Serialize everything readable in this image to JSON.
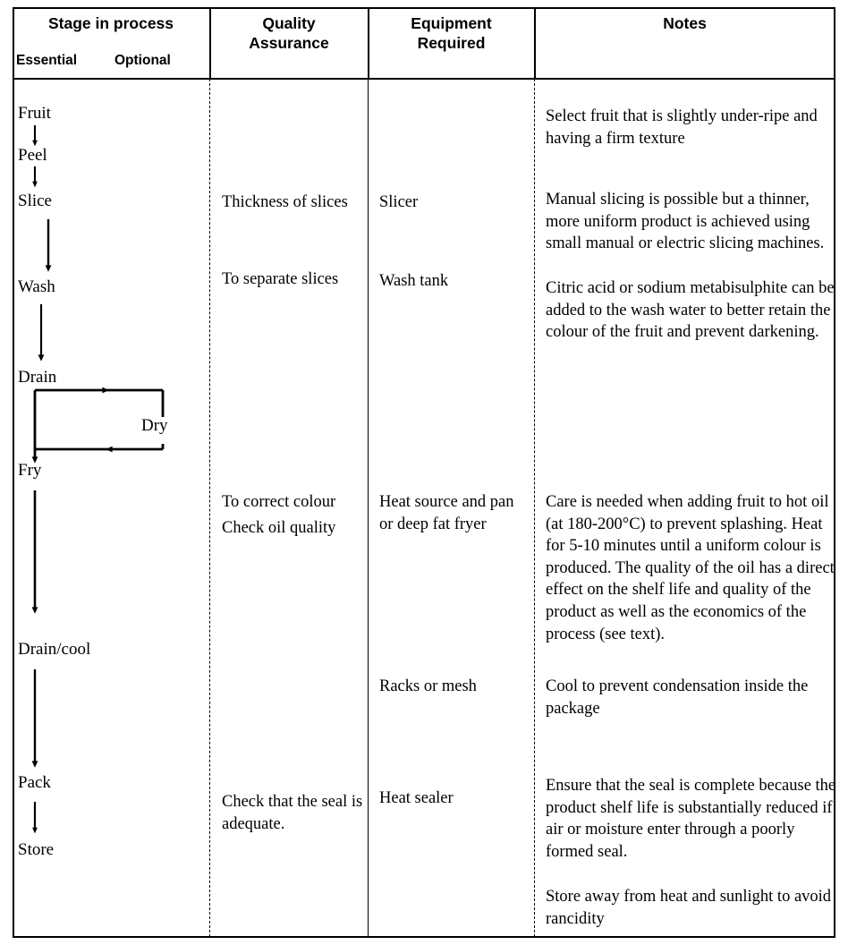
{
  "document": {
    "type": "process-flow-table",
    "title": "Fruit slice frying process chart"
  },
  "header": {
    "stage": "Stage in process",
    "essential": "Essential",
    "optional": "Optional",
    "quality_assurance": "Quality\nAssurance",
    "quality_assurance_line1": "Quality",
    "quality_assurance_line2": "Assurance",
    "equipment_required_line1": "Equipment",
    "equipment_required_line2": "Required",
    "notes": "Notes"
  },
  "flowchart": {
    "essential_steps": [
      {
        "id": "fruit",
        "label": "Fruit"
      },
      {
        "id": "peel",
        "label": "Peel"
      },
      {
        "id": "slice",
        "label": "Slice"
      },
      {
        "id": "wash",
        "label": "Wash"
      },
      {
        "id": "drain",
        "label": "Drain"
      },
      {
        "id": "fry",
        "label": "Fry"
      },
      {
        "id": "drain-cool",
        "label": "Drain/cool"
      },
      {
        "id": "pack",
        "label": "Pack"
      },
      {
        "id": "store",
        "label": "Store"
      }
    ],
    "optional_steps": [
      {
        "id": "dry",
        "label": "Dry"
      }
    ],
    "connections": [
      {
        "from": "fruit",
        "to": "peel",
        "type": "arrow-down"
      },
      {
        "from": "peel",
        "to": "slice",
        "type": "arrow-down"
      },
      {
        "from": "slice",
        "to": "wash",
        "type": "arrow-down"
      },
      {
        "from": "wash",
        "to": "drain",
        "type": "arrow-down"
      },
      {
        "from": "drain",
        "to": "dry",
        "type": "branch-right"
      },
      {
        "from": "dry",
        "to": "fry",
        "type": "branch-return-left"
      },
      {
        "from": "drain",
        "to": "fry",
        "type": "arrow-down"
      },
      {
        "from": "fry",
        "to": "drain-cool",
        "type": "arrow-down"
      },
      {
        "from": "drain-cool",
        "to": "pack",
        "type": "arrow-down"
      },
      {
        "from": "pack",
        "to": "store",
        "type": "arrow-down"
      }
    ]
  },
  "quality_assurance": [
    {
      "id": "qa-thickness",
      "text": "Thickness of slices"
    },
    {
      "id": "qa-separate",
      "text": "To separate slices"
    },
    {
      "id": "qa-colour",
      "text": "To correct colour"
    },
    {
      "id": "qa-oil",
      "text": "Check oil quality"
    },
    {
      "id": "qa-seal",
      "text": "Check that the seal is adequate."
    }
  ],
  "equipment_required": [
    {
      "id": "eq-slicer",
      "text": "Slicer"
    },
    {
      "id": "eq-wash-tank",
      "text": "Wash tank"
    },
    {
      "id": "eq-heat-source",
      "text": "Heat source and pan or deep fat fryer"
    },
    {
      "id": "eq-racks",
      "text": "Racks or mesh"
    },
    {
      "id": "eq-heat-sealer",
      "text": "Heat sealer"
    }
  ],
  "notes": [
    {
      "id": "note-fruit",
      "text": "Select fruit that is slightly under-ripe and having a firm texture"
    },
    {
      "id": "note-slice",
      "text": "Manual slicing is possible but a thinner, more uniform product is achieved using small manual or electric slicing machines."
    },
    {
      "id": "note-wash",
      "text": "Citric acid or sodium metabisulphite can be added to the wash water to better retain the colour of the fruit and prevent darkening."
    },
    {
      "id": "note-fry",
      "text": "Care is needed when adding fruit to hot oil (at 180-200°C) to prevent splashing.  Heat for 5-10 minutes until a uniform colour is produced. The quality of the oil has a direct effect on the shelf life and quality of the product as well as the economics of the process (see text)."
    },
    {
      "id": "note-cool",
      "text": "Cool to prevent condensation inside the package"
    },
    {
      "id": "note-pack",
      "text": "Ensure that the seal is complete because the product shelf life is substantially reduced if air or moisture enter through a poorly formed seal."
    },
    {
      "id": "note-store",
      "text": "Store away from heat and sunlight to avoid rancidity"
    }
  ],
  "colors": {
    "ink": "#000000",
    "paper": "#ffffff"
  }
}
